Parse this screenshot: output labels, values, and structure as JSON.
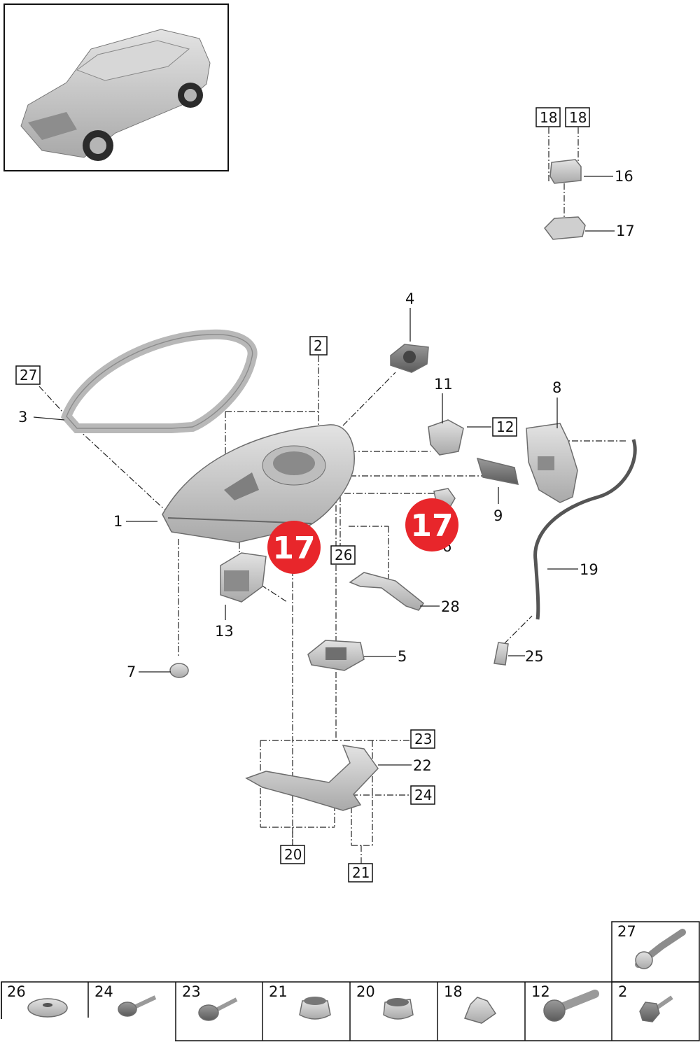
{
  "callouts": {
    "p1": "1",
    "p3": "3",
    "p4": "4",
    "p5": "5",
    "p7": "7",
    "p8": "8",
    "p9": "9",
    "p11": "11",
    "p13": "13",
    "p16": "16",
    "p17": "17",
    "p19": "19",
    "p22": "22",
    "p25": "25",
    "p28": "28"
  },
  "boxed_refs": {
    "b2": "2",
    "b12": "12",
    "b18a": "18",
    "b18b": "18",
    "b20": "20",
    "b21": "21",
    "b23": "23",
    "b24": "24",
    "b26": "26",
    "b27": "27"
  },
  "hotspots": {
    "h1": "17",
    "h2": "17"
  },
  "partial_label": "6",
  "colors": {
    "hotspot": "#e8262b",
    "part_fill": "#c9c9c9",
    "line": "#222222"
  },
  "hardware_table": {
    "top": "27",
    "row": [
      "26",
      "24",
      "23",
      "21",
      "20",
      "18",
      "12",
      "2"
    ]
  }
}
